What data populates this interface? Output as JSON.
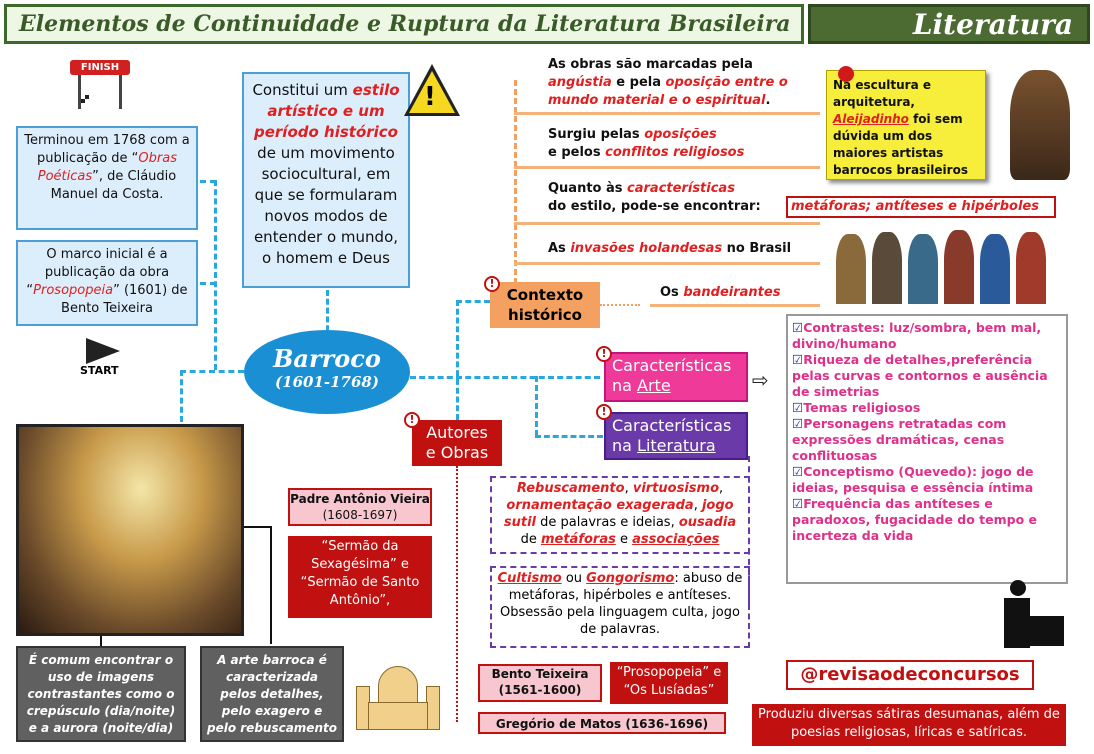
{
  "header": {
    "title": "Elementos de Continuidade e Ruptura da Literatura Brasileira",
    "subject": "Literatura"
  },
  "finish": "FINISH",
  "start": "START",
  "end_box": {
    "t1": "Terminou em 1768 com a publicação de “",
    "t2": "Obras Poéticas",
    "t3": "”, de Cláudio Manuel da Costa."
  },
  "start_box": {
    "t1": "O marco inicial é a publicação da obra “",
    "t2": "Prosopopeia",
    "t3": "” (1601) de Bento Teixeira"
  },
  "def": {
    "t1": "Constitui um ",
    "t2": "estilo artístico e um período histórico",
    "t3": " de um movimento sociocultural, em que se formularam novos modos de entender o mundo, o homem e Deus"
  },
  "center": {
    "title": "Barroco",
    "years": "(1601-1768)"
  },
  "context": {
    "label": "Contexto histórico",
    "i1": {
      "a": "As obras são marcadas pela ",
      "b": "angústia",
      "c": " e pela ",
      "d": "oposição entre o mundo material e o espiritual",
      "e": "."
    },
    "i2": {
      "a": "Surgiu pelas ",
      "b": "oposições",
      "c": " e pelos ",
      "d": "conflitos religiosos"
    },
    "i3": {
      "a": "Quanto às ",
      "b": "características",
      "c": " do estilo, pode-se encontrar: ",
      "d": "metáforas; antíteses e hipérboles"
    },
    "i4": {
      "a": "As ",
      "b": "invasões holandesas",
      "c": " no Brasil"
    },
    "i5": {
      "a": "Os ",
      "b": "bandeirantes"
    }
  },
  "note": {
    "a": "Na escultura e arquitetura, ",
    "b": "Aleijadinho",
    "c": " foi sem dúvida um dos maiores artistas barrocos brasileiros"
  },
  "arte": {
    "l1": "Características",
    "l2": "na ",
    "l3": "Arte"
  },
  "lit": {
    "l1": "Características",
    "l2": "na ",
    "l3": "Literatura"
  },
  "art_list": [
    "Contrastes: luz/sombra, bem mal, divino/humano",
    "Riqueza de detalhes,preferência pelas curvas e contornos e ausência de simetrias",
    "Temas religiosos",
    "Personagens retratadas com expressões dramáticas, cenas conflituosas",
    "Conceptismo (Quevedo): jogo de ideias, pesquisa e essência íntima",
    "Frequência das antíteses e paradoxos, fugacidade do tempo e incerteza da vida"
  ],
  "lit1": {
    "a": "Rebuscamento",
    "b": ", ",
    "c": "virtuosismo",
    "d": ", ",
    "e": "ornamentação exagerada",
    "f": ", ",
    "g": "jogo sutil",
    "h": " de palavras e ideias, ",
    "i": "ousadia",
    "j": " de ",
    "k": "metáforas",
    "l": " e ",
    "m": "associações"
  },
  "lit2": {
    "a": "Cultismo",
    "b": " ou ",
    "c": "Gongorismo",
    "d": ": abuso de metáforas, hipérboles e antíteses. Obsessão pela linguagem culta, jogo de palavras."
  },
  "autores": {
    "l1": "Autores",
    "l2": "e Obras"
  },
  "vieira": {
    "name": "Padre Antônio Vieira",
    "years": " (1608-1697)",
    "works": "“Sermão da Sexagésima” e “Sermão de Santo Antônio”,"
  },
  "bento": {
    "name": "Bento Teixeira",
    "years": "(1561-1600)",
    "works": "“Prosopopeia” e “Os Lusíadas”"
  },
  "gregorio": {
    "name": "Gregório de Matos (1636-1696)",
    "works": "Produziu diversas sátiras desumanas, além de poesias religiosas, líricas e satíricas."
  },
  "gray1": "É comum encontrar o uso de imagens contrastantes como o crepúsculo (dia/noite) e a aurora (noite/dia)",
  "gray2": "A arte barroca é caracterizada pelos detalhes, pelo exagero e pelo rebuscamento",
  "handle": "@revisaodeconcursos",
  "colors": {
    "blue": "#29a8e0",
    "orange": "#f3a060",
    "red": "#c01010",
    "pink": "#f03a9a",
    "purple": "#6a3aa8",
    "green": "#4b6b33"
  }
}
